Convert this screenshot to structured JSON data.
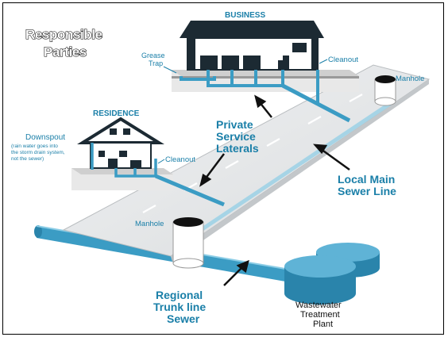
{
  "title": {
    "line1": "Responsible",
    "line2": "Parties"
  },
  "labels": {
    "business": "BUSINESS",
    "residence": "RESIDENCE",
    "grease_trap_1": "Grease",
    "grease_trap_2": "Trap",
    "cleanout_business": "Cleanout",
    "cleanout_residence": "Cleanout",
    "manhole_top": "Manhole",
    "manhole_bottom": "Manhole",
    "downspout": "Downspout",
    "downspout_note_1": "(rain water goes into",
    "downspout_note_2": "the storm drain system,",
    "downspout_note_3": "not the sewer)",
    "private_1": "Private",
    "private_2": "Service",
    "private_3": "Laterals",
    "local_1": "Local Main",
    "local_2": "Sewer Line",
    "regional_1": "Regional",
    "regional_2": "Trunk line",
    "regional_3": "Sewer",
    "plant_1": "Wastewater",
    "plant_2": "Treatment",
    "plant_3": "Plant"
  },
  "colors": {
    "pipe": "#3b9cc4",
    "pipe_dark": "#1f6f91",
    "road": "#e4e6e8",
    "building": "#1c2a33",
    "label": "#1a7fa8"
  }
}
